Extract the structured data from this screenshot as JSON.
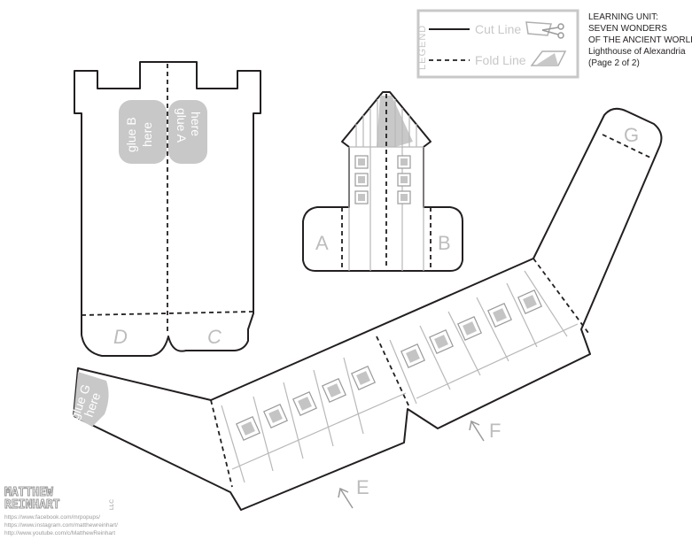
{
  "legend": {
    "title": "LEGEND",
    "cut_label": "Cut Line",
    "fold_label": "Fold Line"
  },
  "info": {
    "line1": "LEARNING UNIT:",
    "line2": "SEVEN WONDERS",
    "line3": "OF THE ANCIENT WORLD",
    "line4": "Lighthouse of Alexandria",
    "line5": "(Page 2 of 2)"
  },
  "tower": {
    "glue_b_1": "glue B",
    "glue_b_2": "here",
    "glue_a_1": "glue A",
    "glue_a_2": "here",
    "tab_d": "D",
    "tab_c": "C"
  },
  "top_piece": {
    "tab_a": "A",
    "tab_b": "B"
  },
  "strip": {
    "tab_g": "G",
    "glue_g_1": "glue G",
    "glue_g_2": "here",
    "label_e": "E",
    "label_f": "F"
  },
  "credits": {
    "logo_line1": "MATTHEW",
    "logo_line2": "REINHART",
    "logo_suffix": "LLC",
    "facebook": "https://www.facebook.com/mrpopups/",
    "instagram": "https://www.instagram.com/matthewreinhart/",
    "youtube": "http://www.youtube.com/c/MatthewReinhart"
  },
  "colors": {
    "line": "#231f20",
    "glue_fill": "#c8c8c8",
    "tab_letter": "#bdbdbd",
    "window": "#c4c4c4"
  }
}
